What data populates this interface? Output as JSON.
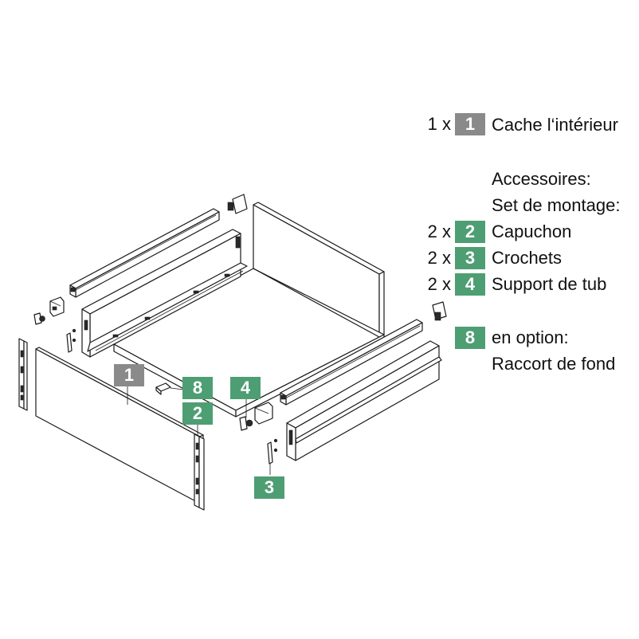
{
  "legend": {
    "items": [
      {
        "qty": "1 x",
        "badge": "1",
        "label": "Cache l‘intérieur",
        "color": "#8a8a8a"
      },
      {
        "qty": "2 x",
        "badge": "2",
        "label": "Capuchon",
        "color": "#4e9e73"
      },
      {
        "qty": "2 x",
        "badge": "3",
        "label": "Crochets",
        "color": "#4e9e73"
      },
      {
        "qty": "2 x",
        "badge": "4",
        "label": "Support de tub",
        "color": "#4e9e73"
      }
    ],
    "accessories_heading": "Accessoires:",
    "mounting_set_heading": "Set de montage:",
    "optional": {
      "badge": "8",
      "label_line1": "en option:",
      "label_line2": "Raccort de fond",
      "color": "#4e9e73"
    }
  },
  "callouts": {
    "part1": "1",
    "part2": "2",
    "part3": "3",
    "part4": "4",
    "part8": "8"
  },
  "colors": {
    "accent_green": "#4e9e73",
    "accent_gray": "#8a8a8a",
    "line": "#1a1a1a"
  }
}
